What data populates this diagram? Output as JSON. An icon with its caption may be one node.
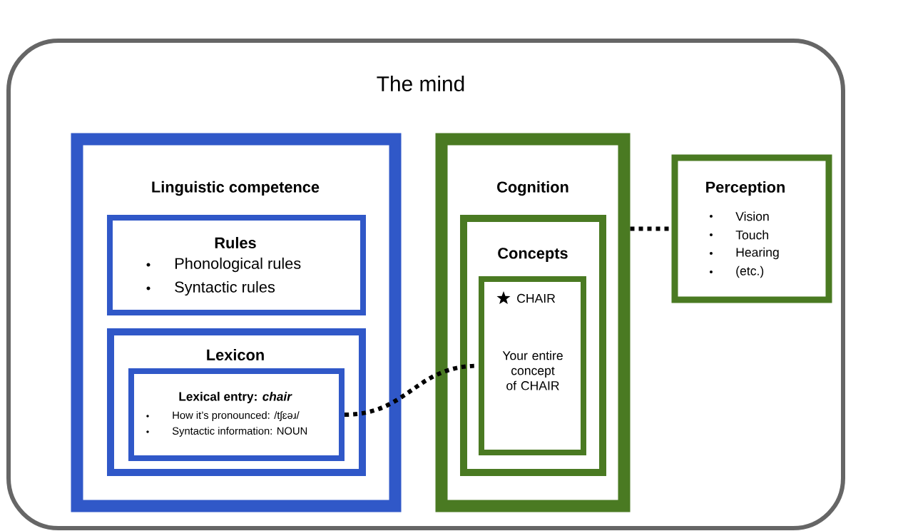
{
  "diagram": {
    "nodes": [
      {
        "text": [
          "The mind"
        ]
      },
      {
        "text": [
          "Linguistic competence"
        ],
        "in": 0
      },
      {
        "text": [
          "Rules",
          "Phonological rules",
          "Syntactic rules"
        ],
        "in": 1
      },
      {
        "text": [
          "Lexicon"
        ],
        "in": 1
      },
      {
        "text": [
          "Lexical entry: *chair*",
          "How it’s pronounced: /tʃɛəɹ/",
          "Syntactic information: NOUN"
        ],
        "in": 3
      },
      {
        "text": [
          "Cognition"
        ],
        "in": 0
      },
      {
        "text": [
          "Concepts"
        ],
        "in": 5
      },
      {
        "text": [
          "CHAIR",
          "Your entire concept of CHAIR"
        ],
        "in": 6
      },
      {
        "text": [
          "Perception",
          "Vision",
          "Touch",
          "Hearing",
          "(etc.)"
        ],
        "in": 0
      }
    ],
    "edges": [
      {
        "from": 4,
        "to": 7,
        "arrow": "none",
        "style": "dashed"
      },
      {
        "from": 5,
        "to": 8,
        "arrow": "none",
        "style": "dashed"
      }
    ]
  }
}
